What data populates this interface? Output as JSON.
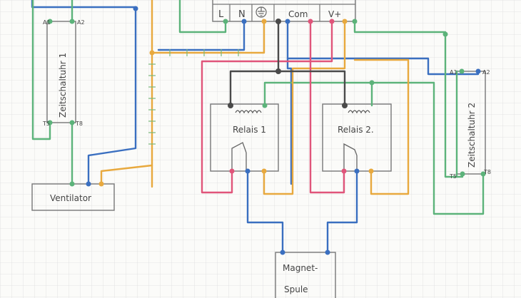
{
  "labels": {
    "terminal_l": "L",
    "terminal_n": "N",
    "terminal_com": "Com",
    "terminal_vplus": "V+",
    "timer1": "Zeitschaltuhr 1",
    "timer2": "Zeitschaltuhr 2",
    "timer1_a1": "A1",
    "timer1_a2": "A2",
    "timer1_t5": "T5",
    "timer1_t8": "T8",
    "timer2_a1": "A1",
    "timer2_a2": "A2",
    "timer2_t5": "T5",
    "timer2_t8": "T8",
    "relay1": "Relais 1",
    "relay2": "Relais 2.",
    "fan": "Ventilator",
    "coil_line1": "Magnet-",
    "coil_line2": "Spule"
  },
  "colors": {
    "paper": "#fbfbf9",
    "grid": "#dedede",
    "pencil": "#777777",
    "wire_blue": "#3a6fc0",
    "wire_green": "#5cb37a",
    "wire_orange": "#e8a93e",
    "wire_red": "#e0557a",
    "wire_dark": "#4a4a4a"
  }
}
